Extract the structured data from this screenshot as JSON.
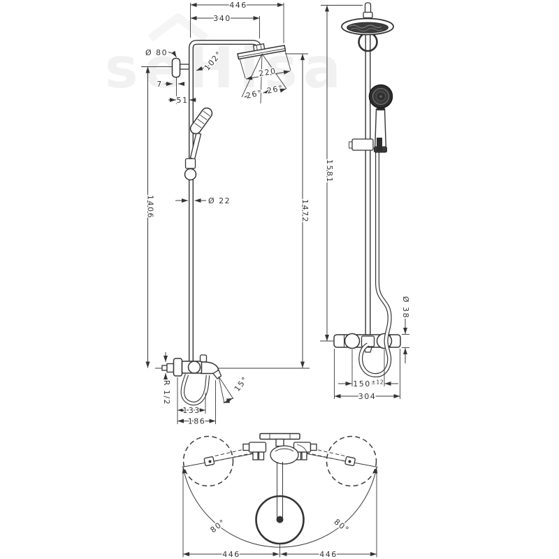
{
  "watermark": "seHisa",
  "side_view": {
    "dim_total_width": "446",
    "dim_arm_reach": "340",
    "dim_bracket_diameter": "Ø 80",
    "dim_arm_angle": "102°",
    "dim_head_width": "220",
    "dim_spray_angle_left": "26°",
    "dim_spray_angle_right": "26°",
    "dim_bracket_depth": "7",
    "dim_wall_offset": "51",
    "dim_pipe_diameter": "Ø 22",
    "dim_rail_height": "1406",
    "dim_head_height": "1472",
    "dim_connection": "R 1/2",
    "dim_spout_angle": "15°",
    "dim_spout_reach": "133",
    "dim_spout_total": "186"
  },
  "front_view": {
    "dim_total_height": "1581",
    "dim_valve_diameter": "Ø 38",
    "dim_supply_spacing": "150",
    "dim_supply_tolerance": "±12",
    "dim_valve_width": "304"
  },
  "top_view": {
    "dim_swivel_left": "80°",
    "dim_swivel_right": "80°",
    "dim_reach_left": "446",
    "dim_reach_right": "446"
  }
}
